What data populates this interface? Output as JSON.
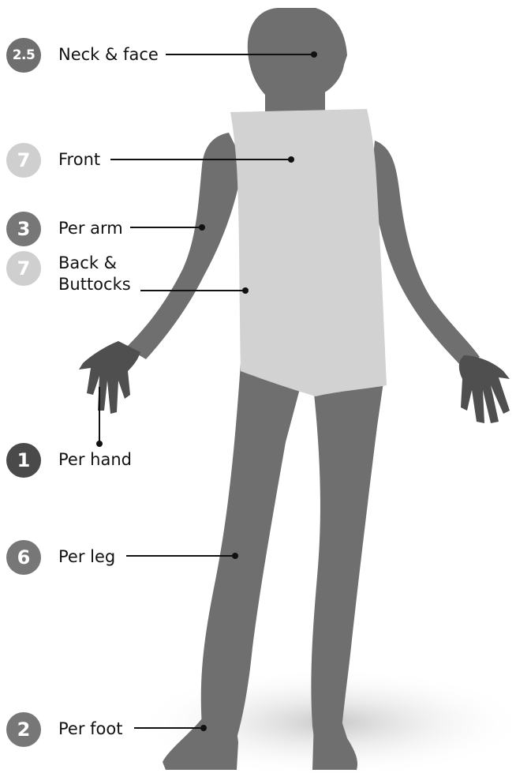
{
  "colors": {
    "skin": "#6f6f6f",
    "hand": "#4f4f4f",
    "garment": "#d2d2d2",
    "badge_dark": "#4a4a4a",
    "badge_mid": "#777777",
    "badge_light": "#cfcfcf",
    "leader_line": "#111111"
  },
  "regions": [
    {
      "id": "neck-face",
      "value": "2.5",
      "label": "Neck & face",
      "badge_color": "#6f6f6f"
    },
    {
      "id": "front",
      "value": "7",
      "label": "Front",
      "badge_color": "#cfcfcf"
    },
    {
      "id": "arm",
      "value": "3",
      "label": "Per arm",
      "badge_color": "#777777"
    },
    {
      "id": "back",
      "value": "7",
      "label_line1": "Back &",
      "label_line2": "Buttocks",
      "badge_color": "#cfcfcf"
    },
    {
      "id": "hand",
      "value": "1",
      "label": "Per hand",
      "badge_color": "#4a4a4a"
    },
    {
      "id": "leg",
      "value": "6",
      "label": "Per leg",
      "badge_color": "#777777"
    },
    {
      "id": "foot",
      "value": "2",
      "label": "Per foot",
      "badge_color": "#777777"
    }
  ]
}
